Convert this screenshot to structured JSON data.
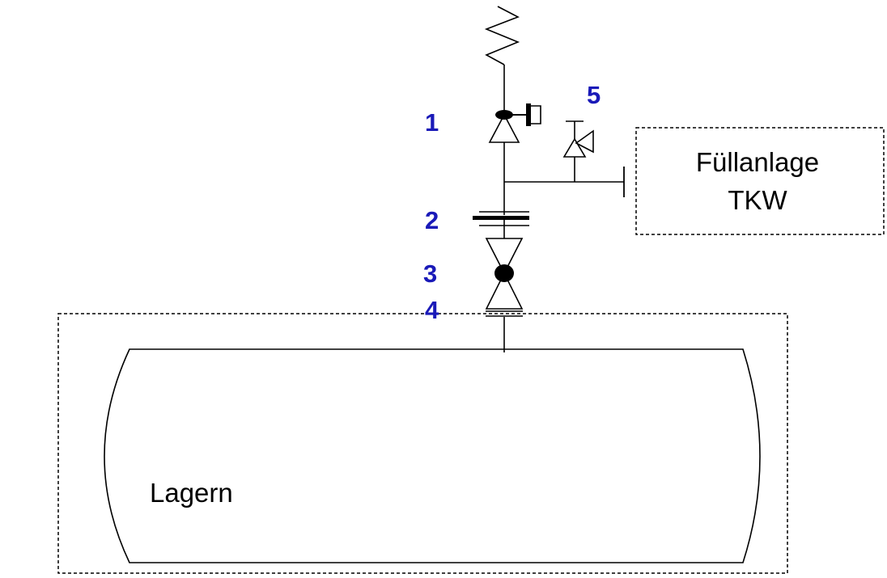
{
  "colors": {
    "line": "#000000",
    "callout": "#1a1ab8",
    "background": "#ffffff"
  },
  "callouts": {
    "c1": "1",
    "c2": "2",
    "c3": "3",
    "c4": "4",
    "c5": "5"
  },
  "filling_system": {
    "line1": "Füllanlage",
    "line2": "TKW"
  },
  "storage_tank": {
    "label": "Lagern"
  },
  "icons": [
    "spring-vent-icon",
    "check-valve-icon",
    "flange-icon",
    "gate-valve-icon",
    "safety-valve-icon",
    "blind-flange-icon"
  ]
}
